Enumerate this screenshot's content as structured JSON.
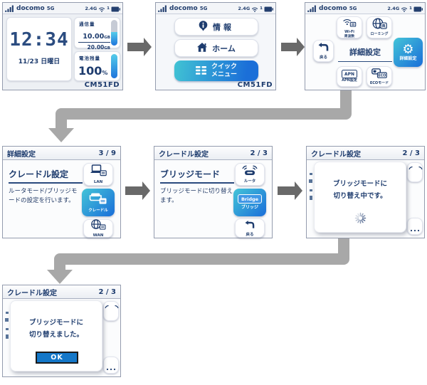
{
  "device_model": "CM51FD",
  "statusbar": {
    "carrier": "docomo",
    "network": "5G",
    "band": "2.4G",
    "wifi_count": "1"
  },
  "colors": {
    "navy": "#24406f",
    "accent_teal": "#3fc3d9",
    "accent_blue": "#1a6ed9",
    "ok_blue": "#1477c8",
    "arrow_gray": "#696969",
    "connector_gray": "#a8a8a8"
  },
  "screens": {
    "home": {
      "clock": "12:34",
      "date": "11/23 日曜日",
      "data_label": "通信量",
      "data_used": "10.00",
      "data_used_unit": "GB",
      "data_total": "20.00",
      "data_total_unit": "GB",
      "battery_label": "電池残量",
      "battery_value": "100",
      "battery_unit": "%"
    },
    "menu": {
      "info_label": "情報",
      "home_label": "ホーム",
      "quick_label": "クイック\nメニュー"
    },
    "settings": {
      "title": "詳細設定",
      "wifi_freq_label": "Wi-Fi\n周波数",
      "roaming_label": "ローミング",
      "back_label": "戻る",
      "detail_label": "詳細設定",
      "apn_icon_text": "APN",
      "apn_label": "APN設定",
      "eco_icon_text": "ECO",
      "eco_label": "ECOモード"
    },
    "detail_settings": {
      "header": "詳細設定",
      "page": "3 / 9",
      "title": "クレードル設定",
      "description": "ルータモード/ブリッジモ\nードの設定を行います。",
      "lan_label": "LAN",
      "cradle_label": "クレードル",
      "wan_label": "WAN"
    },
    "cradle_settings": {
      "header": "クレードル設定",
      "page": "2 / 3",
      "title": "ブリッジモード",
      "description": "ブリッジモードに切り替え\nます。",
      "router_label": "ルータ",
      "bridge_badge": "Bridge",
      "bridge_label": "ブリッジ",
      "back_label": "戻る"
    },
    "switching": {
      "header": "クレードル設定",
      "page": "2 / 3",
      "message": "ブリッジモードに\n切り替え中です。"
    },
    "switched": {
      "header": "クレードル設定",
      "page": "2 / 3",
      "message": "ブリッジモードに\n切り替えました。",
      "ok_label": "OK"
    }
  }
}
